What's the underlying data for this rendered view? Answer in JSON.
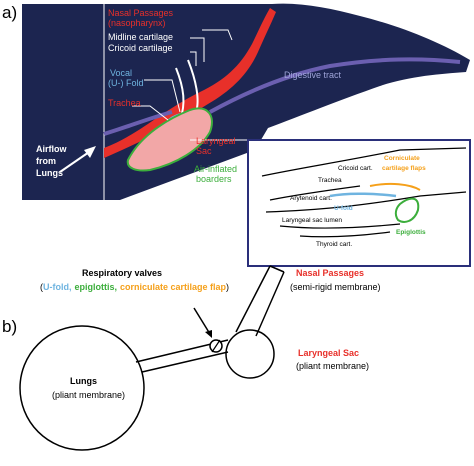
{
  "panel_a": {
    "label": "a)",
    "labels": {
      "nasal_passages": "Nasal Passages",
      "nasopharynx": "(nasopharynx)",
      "midline_cartilage": "Midline cartilage",
      "cricoid_cartilage": "Cricoid cartilage",
      "vocal": "Vocal",
      "u_fold": "(U-) Fold",
      "trachea": "Trachea",
      "digestive_tract": "Digestive tract",
      "laryngeal": "Laryngeal",
      "sac": "Sac",
      "air_inflated": "Air-inflated",
      "boarders": "boarders",
      "airflow": "Airflow",
      "from": "from",
      "lungs": "Lungs"
    },
    "inset": {
      "trachea": "Trachea",
      "cricoid": "Cricoid cart.",
      "corniculate_1": "Corniculate",
      "corniculate_2": "cartilage flaps",
      "arytenoid": "Arytenoid cart.",
      "u_fold": "U-fold",
      "sac_lumen": "Laryngeal sac lumen",
      "epiglottis": "Epiglottis",
      "thyroid": "Thyroid cart."
    }
  },
  "panel_b": {
    "label": "b)",
    "respiratory_valves": "Respiratory valves",
    "valve_open": "(",
    "valve_ufold": "U-fold,",
    "valve_epiglottis": "epiglottis,",
    "valve_corniculate": "corniculate cartilage flap",
    "valve_close": ")",
    "nasal_passages": "Nasal Passages",
    "nasal_membrane": "(semi-rigid membrane)",
    "laryngeal_sac": "Laryngeal Sac",
    "sac_membrane": "(pliant membrane)",
    "lungs": "Lungs",
    "lungs_membrane": "(pliant membrane)"
  },
  "colors": {
    "dark_navy": "#1c2550",
    "red": "#e8302a",
    "blue_label": "#6fb4e0",
    "pink": "#f2a7a7",
    "green": "#3cae3c",
    "orange": "#f5a01a",
    "purple": "#6b5fb0",
    "inset_border": "#2a2f7a"
  }
}
